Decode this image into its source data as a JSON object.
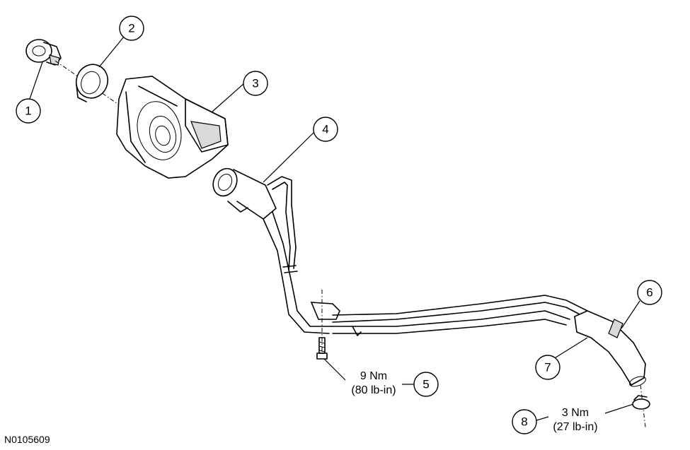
{
  "callouts": [
    {
      "id": "1",
      "label": "1"
    },
    {
      "id": "2",
      "label": "2"
    },
    {
      "id": "3",
      "label": "3"
    },
    {
      "id": "4",
      "label": "4"
    },
    {
      "id": "5",
      "label": "5"
    },
    {
      "id": "6",
      "label": "6"
    },
    {
      "id": "7",
      "label": "7"
    },
    {
      "id": "8",
      "label": "8"
    }
  ],
  "torque": {
    "item5": {
      "metric": "9 Nm",
      "imperial": "(80 lb-in)"
    },
    "item8": {
      "metric": "3 Nm",
      "imperial": "(27 lb-in)"
    }
  },
  "figure_code": "N0105609"
}
